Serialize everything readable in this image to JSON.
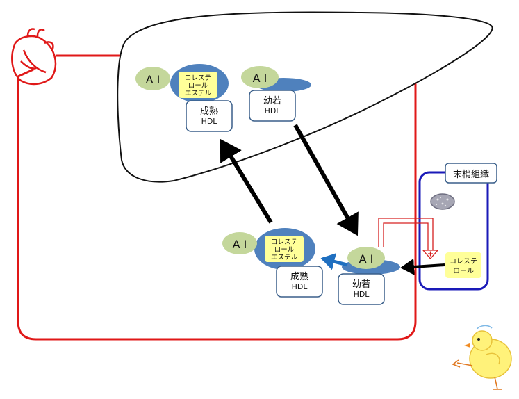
{
  "labels": {
    "ai": "A I",
    "cholesterol_ester": [
      "コレステ",
      "ロール",
      "エステル"
    ],
    "mature_hdl": [
      "成熟",
      "HDL"
    ],
    "nascent_hdl": [
      "幼若",
      "HDL"
    ],
    "peripheral_tissue": "末梢組織",
    "cholesterol": [
      "コレステ",
      "ロール"
    ]
  },
  "colors": {
    "circulation_red": "#e01818",
    "liver_outline": "#111111",
    "apo_green": "#c4d79b",
    "hdl_blue": "#4f81bd",
    "ester_yellow": "#ffff99",
    "box_border": "#3a5f8a",
    "tissue_blue": "#1a1ab8",
    "arrow_black": "#000000",
    "arrow_blue": "#1f6fc0",
    "enzyme_red": "#d62020"
  },
  "icons": [
    "heart-icon",
    "chick-icon",
    "cell-icon"
  ]
}
